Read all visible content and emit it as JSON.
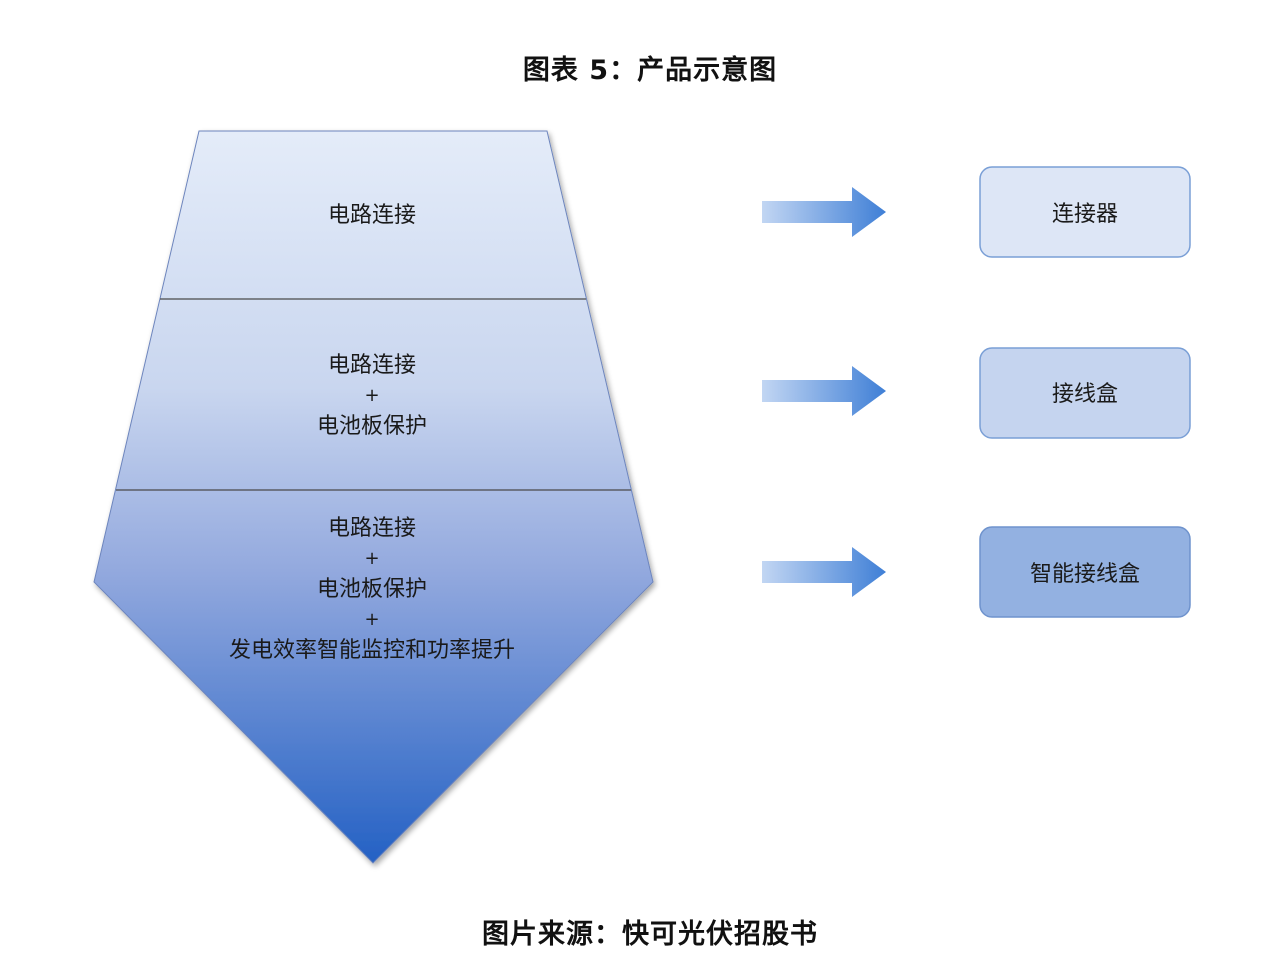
{
  "title": "图表 5：产品示意图",
  "source": "图片来源：快可光伏招股书",
  "funnel": {
    "tiers": [
      {
        "lines": [
          "电路连接"
        ]
      },
      {
        "lines": [
          "电路连接",
          "+",
          "电池板保护"
        ]
      },
      {
        "lines": [
          "电路连接",
          "+",
          "电池板保护",
          "+",
          "发电效率智能监控和功率提升"
        ]
      }
    ]
  },
  "products": [
    {
      "label": "连接器",
      "fill": "#dde6f6"
    },
    {
      "label": "接线盒",
      "fill": "#c5d4ef"
    },
    {
      "label": "智能接线盒",
      "fill": "#93b1e1"
    }
  ],
  "colors": {
    "funnel_top": "#e4ecf9",
    "funnel_bottom": "#2461c4",
    "arrow_start": "#c2d6f3",
    "arrow_end": "#3f7fd6",
    "box_border": "#7a9fd6"
  }
}
